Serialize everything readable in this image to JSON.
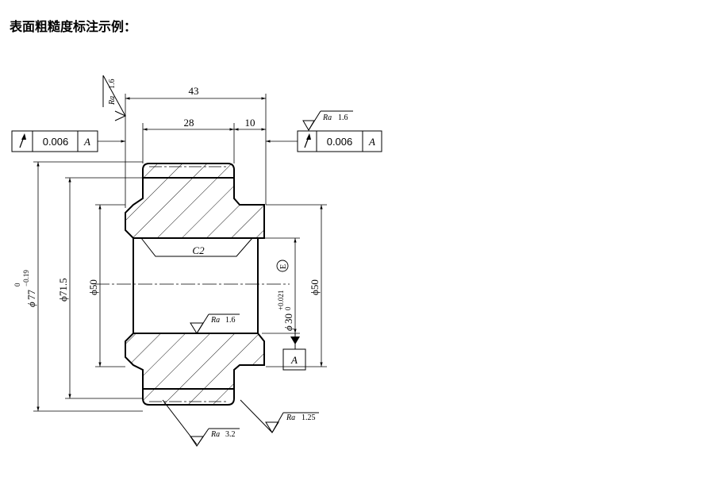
{
  "title": "表面粗糙度标注示例：",
  "dimensions": {
    "overall_length": "43",
    "hub_length": "28",
    "shoulder_length": "10",
    "chamfer": "C2",
    "dia_outer_phi": "ϕ",
    "dia_outer": "77",
    "dia_outer_tol_upper": "0",
    "dia_outer_tol_lower": "−0.19",
    "dia_flange": "ϕ71.5",
    "dia_hub_left": "ϕ50",
    "dia_hub_right": "ϕ50",
    "dia_bore_phi": "ϕ",
    "dia_bore": "30",
    "dia_bore_tol_upper": "+0.021",
    "dia_bore_tol_lower": "0",
    "envelope_symbol": "E"
  },
  "roughness": {
    "prefix": "Ra",
    "left_face": "1.6",
    "right_face": "1.6",
    "bore": "1.6",
    "bottom_left": "3.2",
    "bottom_right": "1.25"
  },
  "tolerance_frames": {
    "left": {
      "symbol": "runout-arrow",
      "value": "0.006",
      "datum": "A"
    },
    "right": {
      "symbol": "runout-arrow",
      "value": "0.006",
      "datum": "A"
    }
  },
  "datum": {
    "label": "A"
  }
}
